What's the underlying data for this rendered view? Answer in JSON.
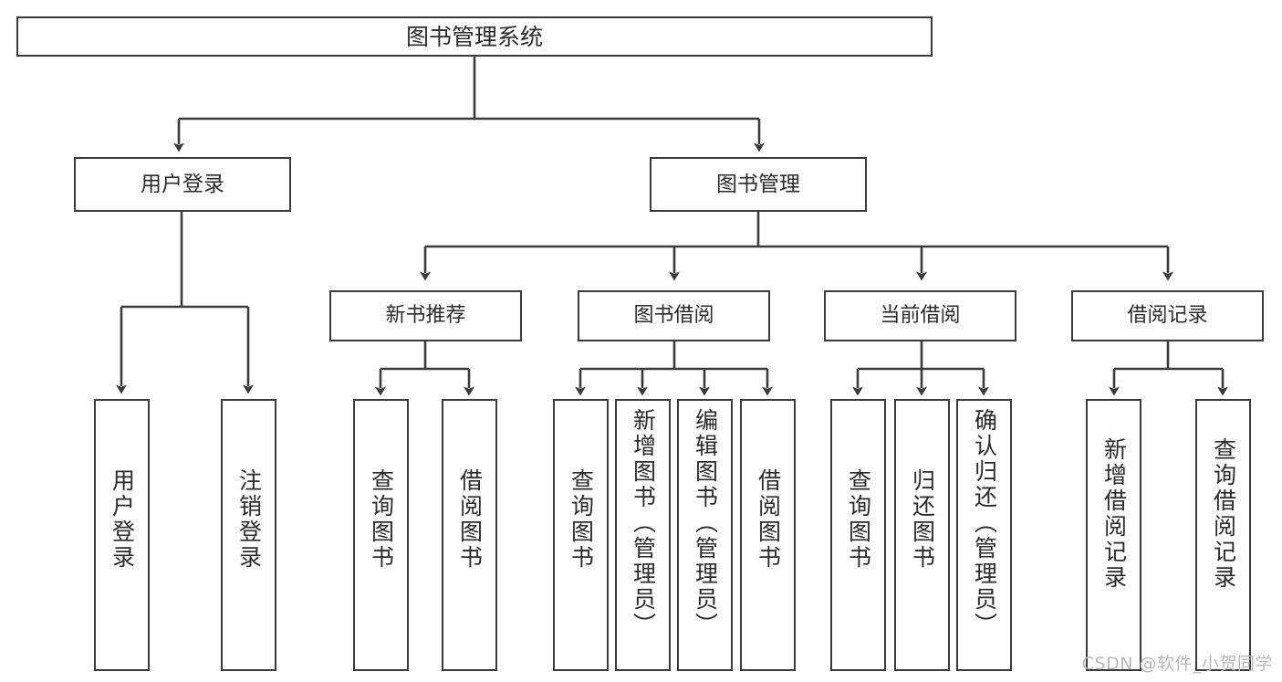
{
  "diagram": {
    "title": "图书管理系统",
    "type": "hierarchy-tree",
    "watermark": "CSDN @软件_小贺同学",
    "colors": {
      "border": "#3b3b3b",
      "fill": "#ffffff",
      "text": "#2b2b2b",
      "connector": "#3b3b3b",
      "watermark": "#b9b9b9"
    },
    "nodes": {
      "root": {
        "label": "图书管理系统"
      },
      "level2": [
        {
          "label": "用户登录"
        },
        {
          "label": "图书管理"
        }
      ],
      "level3": [
        {
          "label": "新书推荐"
        },
        {
          "label": "图书借阅"
        },
        {
          "label": "当前借阅"
        },
        {
          "label": "借阅记录"
        }
      ],
      "leaves": {
        "user_login": [
          {
            "label": "用户登录"
          },
          {
            "label": "注销登录"
          }
        ],
        "new_book": [
          {
            "label": "查询图书"
          },
          {
            "label": "借阅图书"
          }
        ],
        "borrow": [
          {
            "label": "查询图书"
          },
          {
            "label": "新增图书（管理员）"
          },
          {
            "label": "编辑图书（管理员）"
          },
          {
            "label": "借阅图书"
          }
        ],
        "current": [
          {
            "label": "查询图书"
          },
          {
            "label": "归还图书"
          },
          {
            "label": "确认归还（管理员）"
          }
        ],
        "records": [
          {
            "label": "新增借阅记录"
          },
          {
            "label": "查询借阅记录"
          }
        ]
      }
    }
  }
}
